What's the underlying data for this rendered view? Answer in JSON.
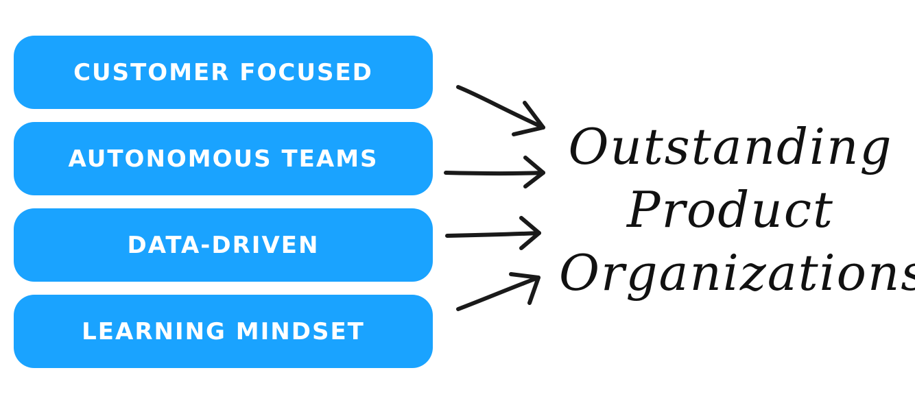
{
  "pills": [
    {
      "label": "CUSTOMER FOCUSED"
    },
    {
      "label": "AUTONOMOUS TEAMS"
    },
    {
      "label": "DATA-DRIVEN"
    },
    {
      "label": "LEARNING MINDSET"
    }
  ],
  "outcome": {
    "lines": [
      "Outstanding",
      "Product",
      "Organizations"
    ]
  },
  "colors": {
    "pill_fill": "#1AA3FF",
    "pill_text": "#FFFFFF",
    "ink": "#111111"
  },
  "icons": {
    "arrow": "hand-drawn-arrow-icon"
  }
}
